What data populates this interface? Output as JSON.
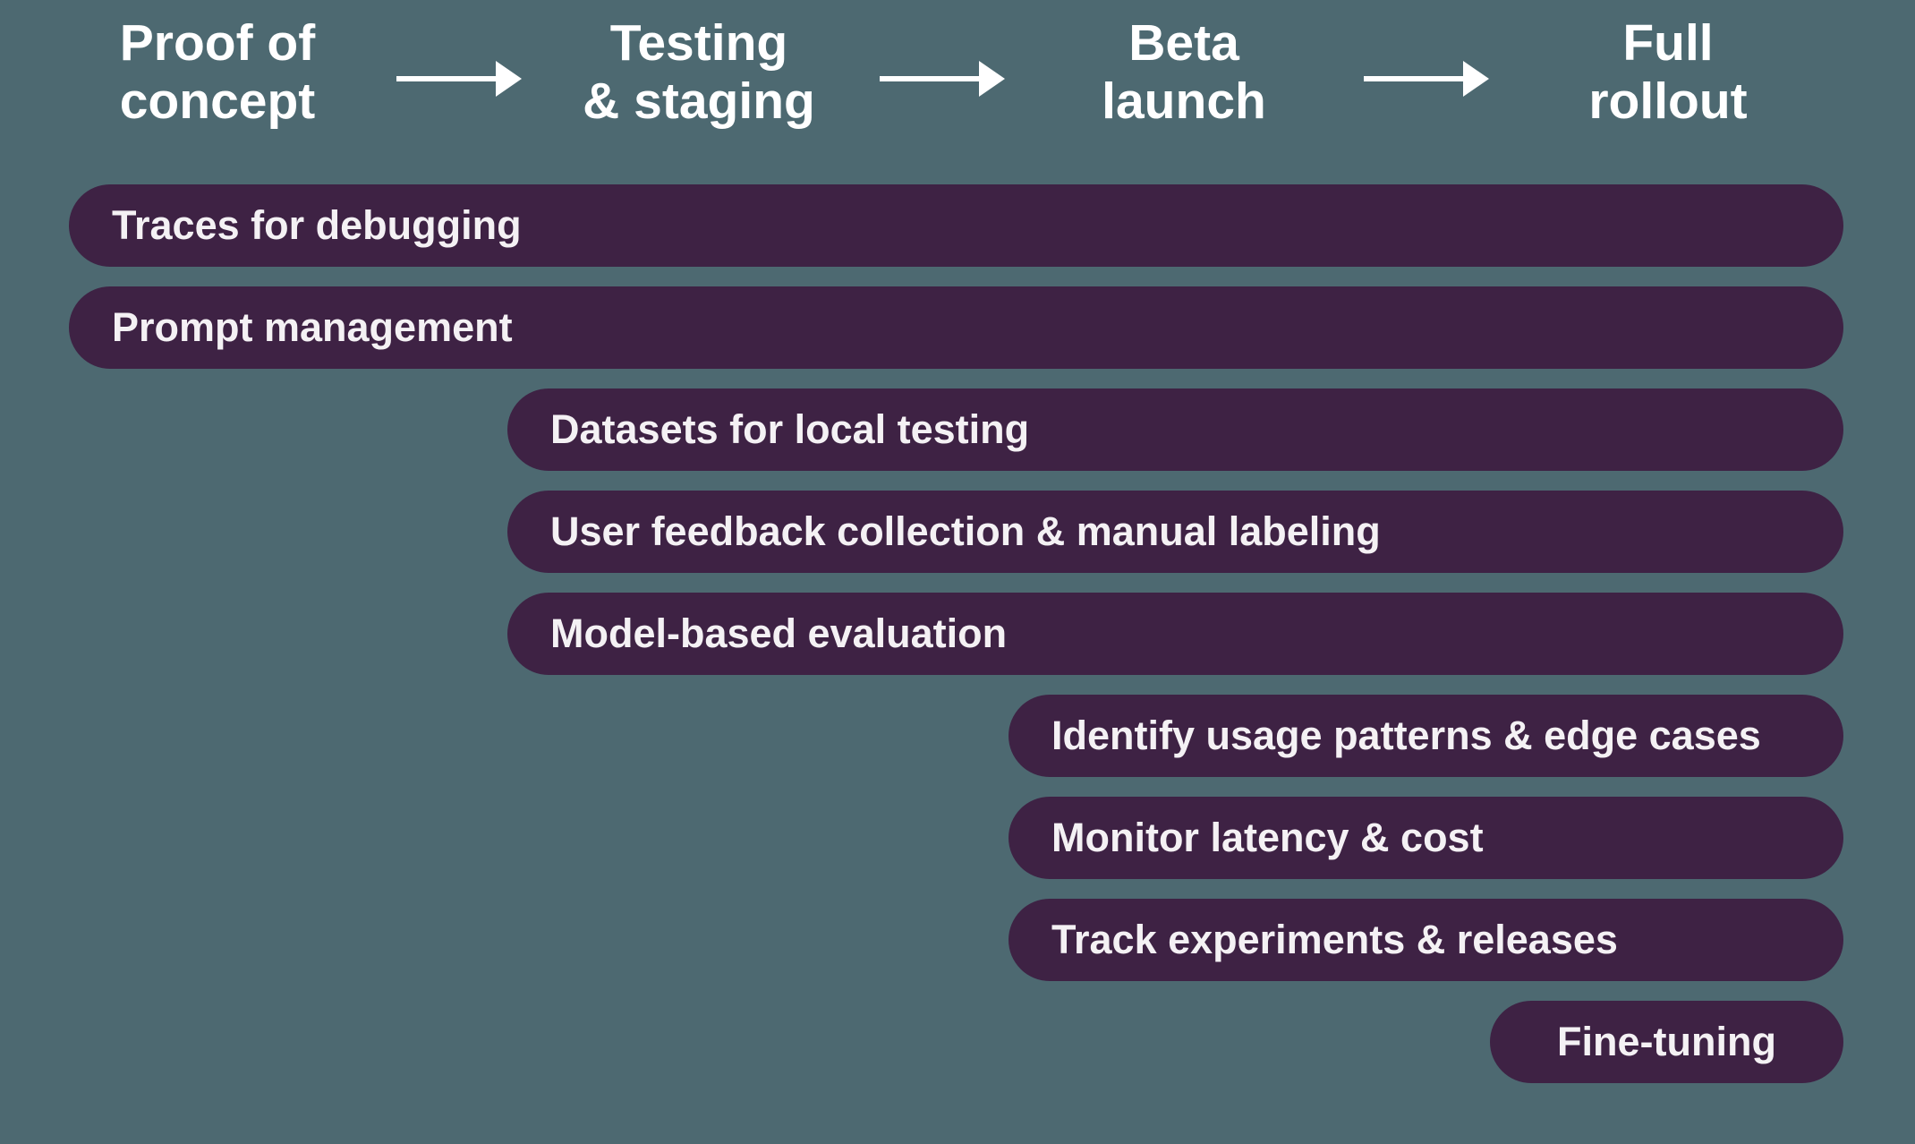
{
  "colors": {
    "background": "#4D6971",
    "bar_fill": "#3E2244",
    "bar_text": "#F4F1F4",
    "header_text": "#FFFFFF",
    "arrow": "#FFFFFF"
  },
  "stages": [
    {
      "line1": "Proof of",
      "line2": "concept"
    },
    {
      "line1": "Testing",
      "line2": "& staging"
    },
    {
      "line1": "Beta",
      "line2": "launch"
    },
    {
      "line1": "Full",
      "line2": "rollout"
    }
  ],
  "arrows": [
    {
      "icon": "arrow-right-icon"
    },
    {
      "icon": "arrow-right-icon"
    },
    {
      "icon": "arrow-right-icon"
    }
  ],
  "bars": [
    {
      "label": "Traces for debugging",
      "starts_at_stage": "Proof of concept",
      "ends_at_stage": "Full rollout"
    },
    {
      "label": "Prompt management",
      "starts_at_stage": "Proof of concept",
      "ends_at_stage": "Full rollout"
    },
    {
      "label": "Datasets for local testing",
      "starts_at_stage": "Testing & staging",
      "ends_at_stage": "Full rollout"
    },
    {
      "label": "User feedback collection & manual labeling",
      "starts_at_stage": "Testing & staging",
      "ends_at_stage": "Full rollout"
    },
    {
      "label": "Model-based evaluation",
      "starts_at_stage": "Testing & staging",
      "ends_at_stage": "Full rollout"
    },
    {
      "label": "Identify usage patterns & edge cases",
      "starts_at_stage": "Beta launch",
      "ends_at_stage": "Full rollout"
    },
    {
      "label": "Monitor latency & cost",
      "starts_at_stage": "Beta launch",
      "ends_at_stage": "Full rollout"
    },
    {
      "label": "Track experiments & releases",
      "starts_at_stage": "Beta launch",
      "ends_at_stage": "Full rollout"
    },
    {
      "label": "Fine-tuning",
      "starts_at_stage": "Full rollout",
      "ends_at_stage": "Full rollout"
    }
  ]
}
